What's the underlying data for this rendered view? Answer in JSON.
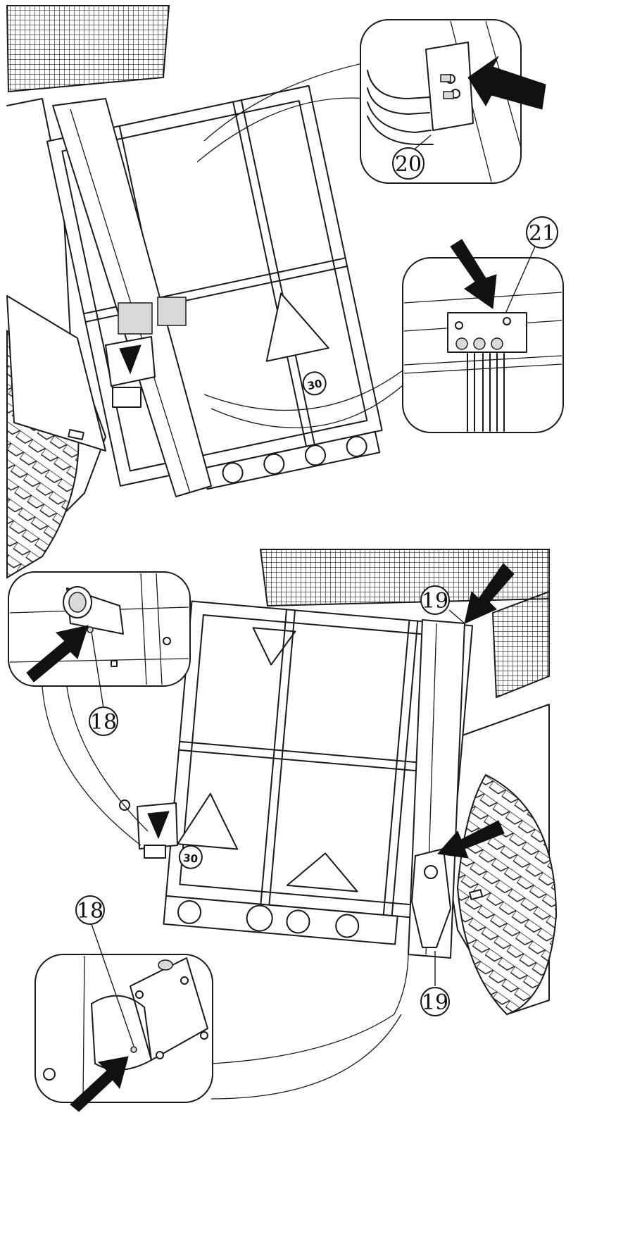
{
  "callouts": {
    "c20": "20",
    "c21": "21",
    "c18_top": "18",
    "c18_bottom": "18",
    "c19_top": "19",
    "c19_bottom": "19"
  },
  "badges": {
    "speed_top": "30",
    "speed_bottom": "30"
  }
}
